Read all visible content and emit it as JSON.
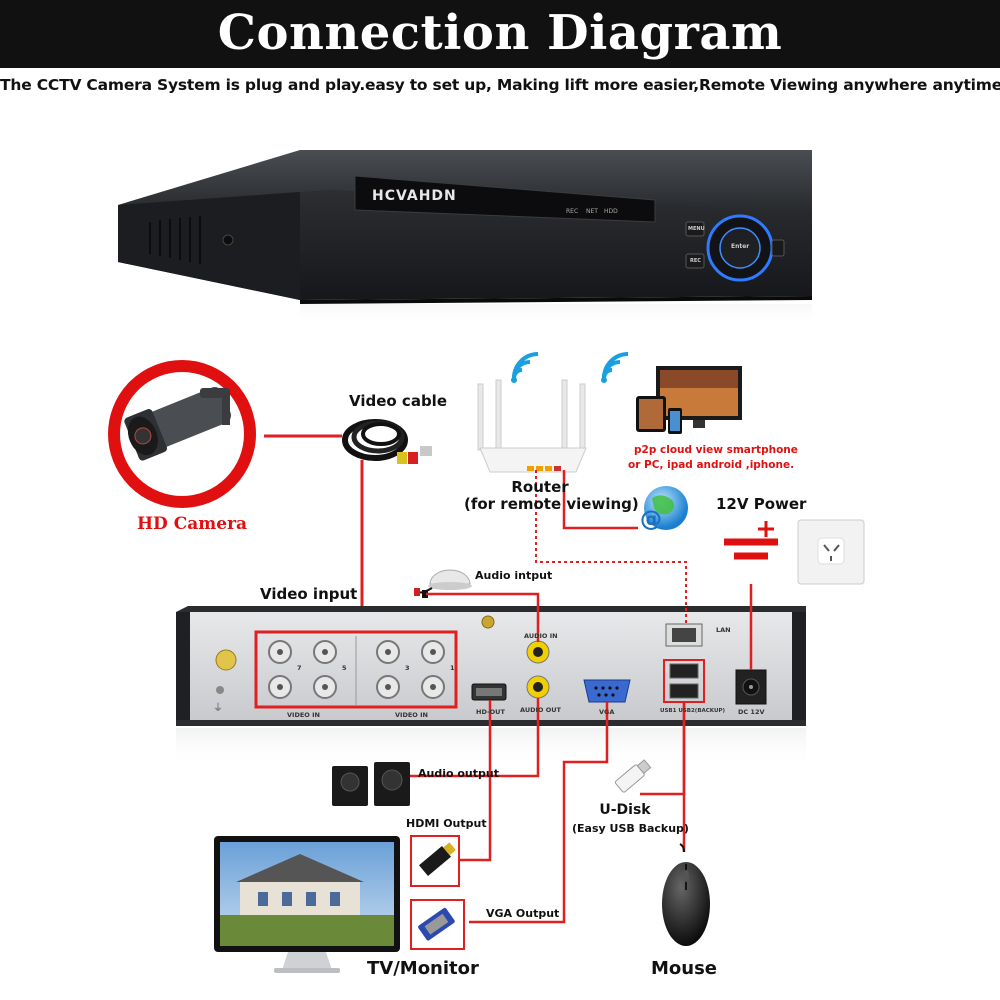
{
  "header": {
    "title": "Connection Diagram",
    "subtitle": "The CCTV Camera System is plug and play.easy to set up, Making lift more easier,Remote Viewing anywhere anytime."
  },
  "dvr": {
    "brand": "HCVAHDN",
    "led_rec": "REC",
    "led_net": "NET",
    "led_hdd": "HDD",
    "btn_menu": "MENU",
    "btn_rec": "REC",
    "btn_enter": "Enter"
  },
  "back_panel": {
    "video_in_left": "VIDEO IN",
    "video_in_right": "VIDEO IN",
    "audio_in": "AUDIO IN",
    "audio_out": "AUDIO OUT",
    "hd_out": "HD-OUT",
    "vga": "VGA",
    "lan": "LAN",
    "usb": "USB1 USB2(BACKUP)",
    "dc": "DC 12V",
    "ch7": "7",
    "ch5": "5",
    "ch3": "3",
    "ch1": "1"
  },
  "labels": {
    "hd_camera": "HD Camera",
    "video_cable": "Video cable",
    "router": "Router",
    "router_note": "(for remote viewing)",
    "p2p_line1": "p2p cloud  view smartphone",
    "p2p_line2": "or PC, ipad android ,iphone.",
    "power": "12V Power",
    "video_input": "Video input",
    "audio_input": "Audio intput",
    "audio_output": "Audio output",
    "hdmi_output": "HDMI Output",
    "vga_output": "VGA Output",
    "udisk": "U-Disk",
    "udisk_note": "(Easy USB Backup)",
    "tv": "TV/Monitor",
    "mouse": "Mouse"
  },
  "colors": {
    "wire": "#e02020",
    "accent_red": "#e01010",
    "dvr_body": "#2a2c30",
    "panel": "#d9dbdd"
  }
}
